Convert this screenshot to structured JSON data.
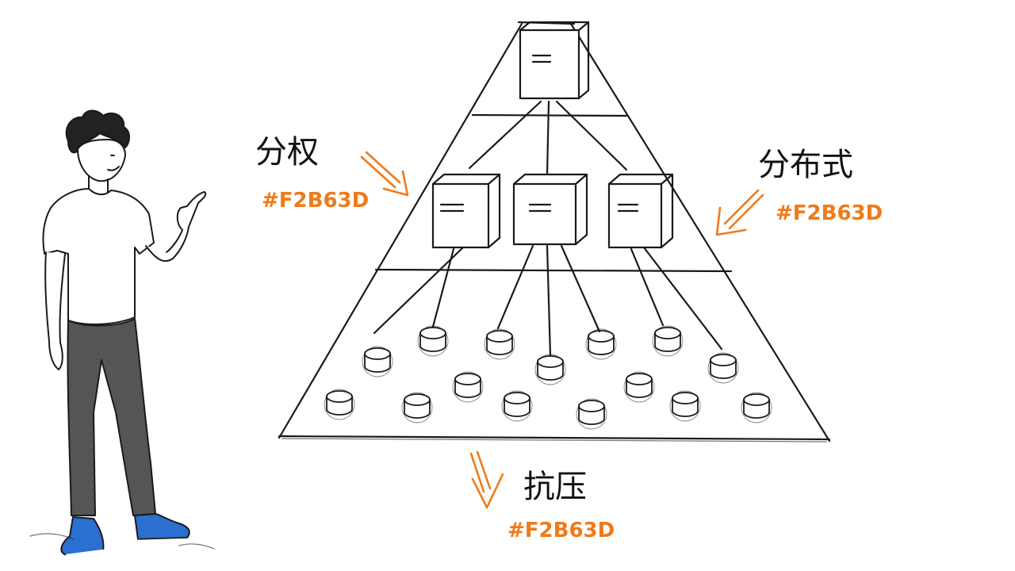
{
  "accent_color": "#F2B63D",
  "annotation_color": "#F07A1A",
  "labels": {
    "left": {
      "title": "分权",
      "code": "#F2B63D"
    },
    "right": {
      "title": "分布式",
      "code": "#F2B63D"
    },
    "bottom": {
      "title": "抗压",
      "code": "#F2B63D"
    }
  }
}
